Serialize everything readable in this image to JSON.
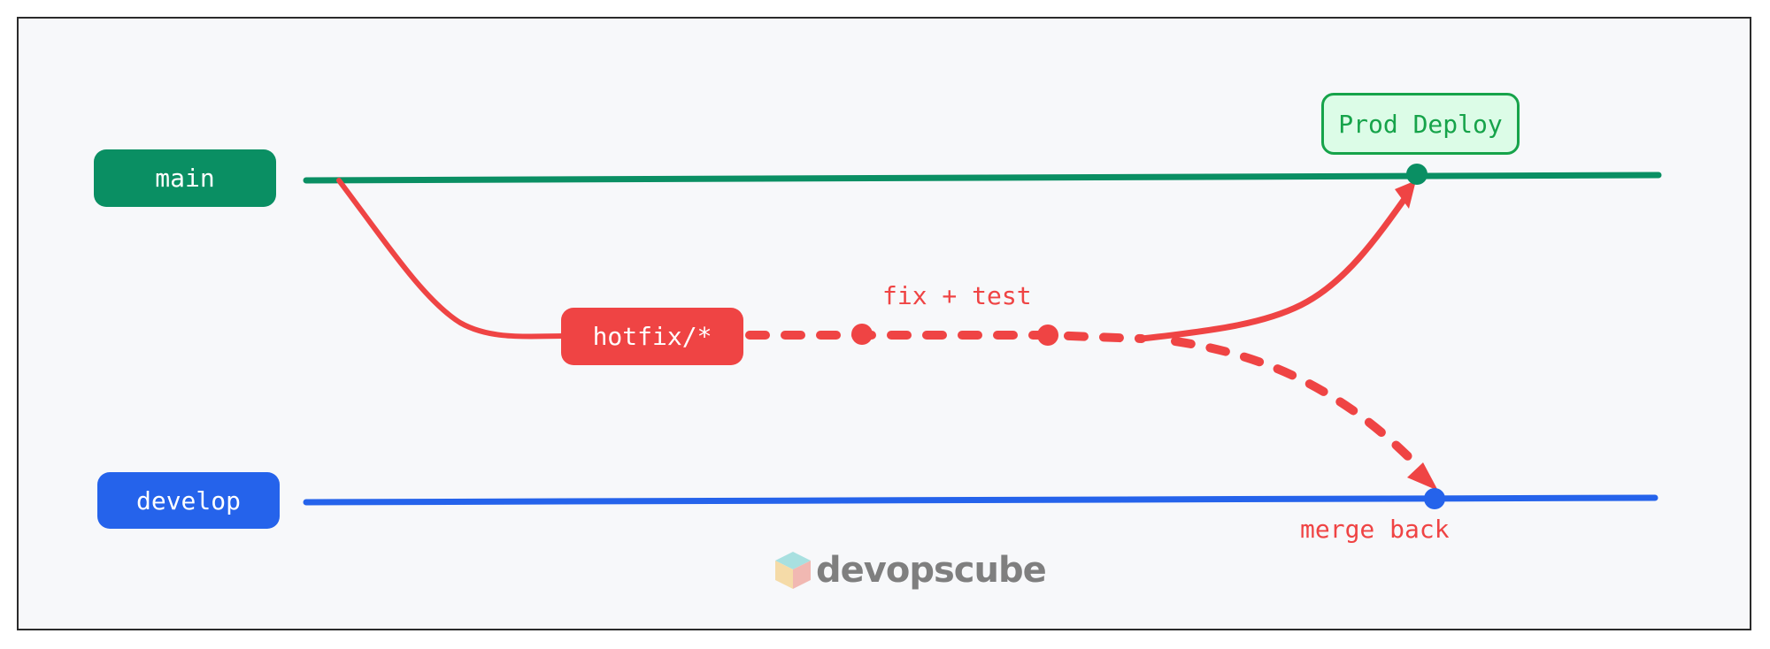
{
  "colors": {
    "main": "#0a8f63",
    "develop": "#2563eb",
    "hotfix": "#ef4444",
    "prod_deploy_border": "#16a34a",
    "prod_deploy_fill": "#dcfce7",
    "background": "#f7f8fa",
    "frame_border": "#2b2b2b",
    "logo_text": "#7f7f7f"
  },
  "branches": {
    "main": {
      "label": "main"
    },
    "develop": {
      "label": "develop"
    },
    "hotfix": {
      "label": "hotfix/*"
    }
  },
  "annotations": {
    "prod_deploy": "Prod Deploy",
    "fix_test": "fix + test",
    "merge_back": "merge back"
  },
  "logo": {
    "text": "devopscube",
    "icon": "cube-icon"
  }
}
